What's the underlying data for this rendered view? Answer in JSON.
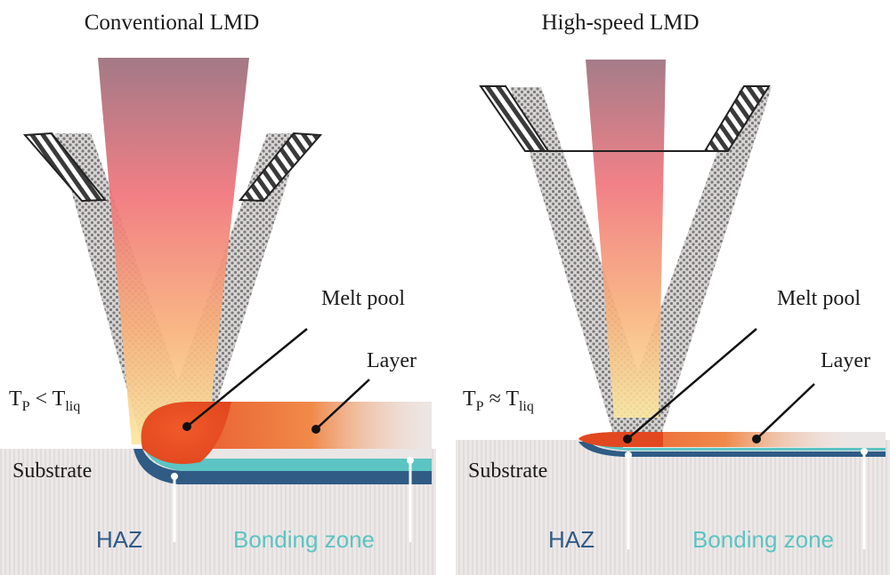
{
  "left_panel": {
    "title": "Conventional LMD",
    "melt_pool_label": "Melt pool",
    "layer_label": "Layer",
    "temp_symbol": "T",
    "temp_sub_left": "P",
    "temp_relation": " < T",
    "temp_sub_right": "liq",
    "substrate_label": "Substrate",
    "haz_label": "HAZ",
    "bonding_label": "Bonding zone"
  },
  "right_panel": {
    "title": "High-speed LMD",
    "melt_pool_label": "Melt pool",
    "layer_label": "Layer",
    "temp_symbol": "T",
    "temp_sub_left": "P",
    "temp_relation": " ≈ T",
    "temp_sub_right": "liq",
    "substrate_label": "Substrate",
    "haz_label": "HAZ",
    "bonding_label": "Bonding zone"
  },
  "colors": {
    "beam_top": "#9a6e7c",
    "beam_mid": "#f0737a",
    "beam_bottom": "#fbe08a",
    "melt_pool": "#e8542a",
    "layer": "#f08a4a",
    "haz": "#2f5b85",
    "bonding": "#5cc4c2",
    "substrate": "#eae6e6"
  }
}
